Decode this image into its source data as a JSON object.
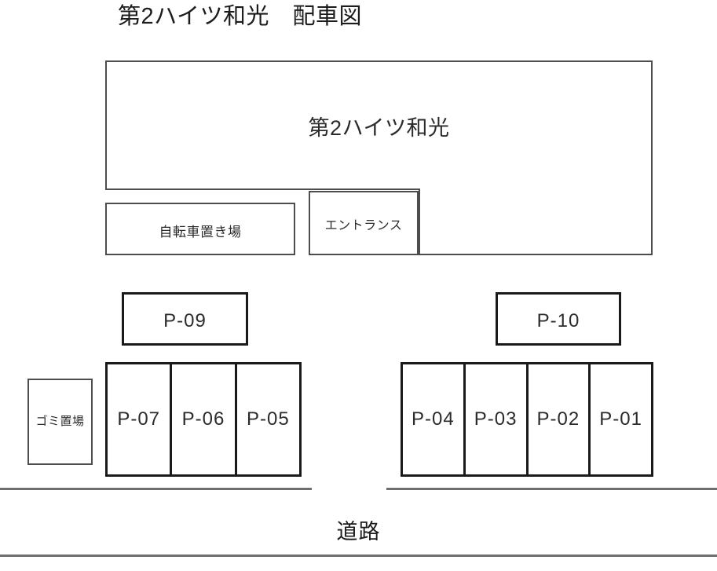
{
  "title": "第2ハイツ和光　配車図",
  "building": {
    "name": "第2ハイツ和光",
    "bicycle_parking_label": "自転車置き場",
    "entrance_label": "エントランス"
  },
  "facilities": {
    "trash_area_label": "ゴミ置場"
  },
  "parking": {
    "left_group": {
      "solo": {
        "label": "P-09"
      },
      "row": [
        {
          "label": "P-07"
        },
        {
          "label": "P-06"
        },
        {
          "label": "P-05"
        }
      ]
    },
    "right_group": {
      "solo": {
        "label": "P-10"
      },
      "row": [
        {
          "label": "P-04"
        },
        {
          "label": "P-03"
        },
        {
          "label": "P-02"
        },
        {
          "label": "P-01"
        }
      ]
    }
  },
  "road": {
    "label": "道路"
  },
  "colors": {
    "line_dark": "#1a1a1a",
    "line_medium": "#4d4d4d",
    "line_road": "#6e6e6e",
    "text": "#2b2b2b",
    "background": "#ffffff"
  }
}
